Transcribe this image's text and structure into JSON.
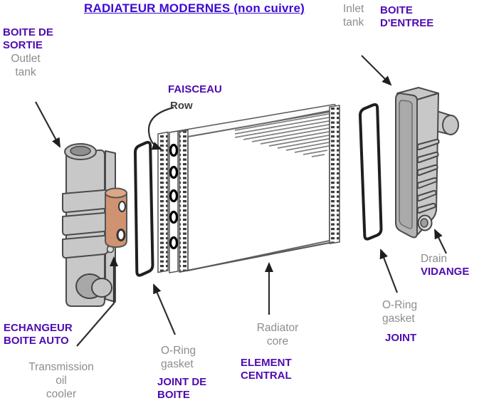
{
  "title": {
    "text": "RADIATEUR MODERNES (non cuivre)"
  },
  "colors": {
    "title": "#3c0ad4",
    "accent_purple": "#4e0bb0",
    "gray_text": "#8d8d8d",
    "dark_text": "#3f3f3f",
    "copper": "#cf9372",
    "tank_gray": "#c8c8c8",
    "outline": "#4a4a4a",
    "arrow": "#2e2e2e"
  },
  "labels": {
    "outlet_tank_fr": {
      "lines": [
        "BOITE DE",
        "SORTIE"
      ]
    },
    "outlet_tank_en": {
      "lines": [
        "Outlet",
        "tank"
      ]
    },
    "inlet_tank_en": {
      "lines": [
        "Inlet",
        "tank"
      ]
    },
    "inlet_tank_fr": {
      "lines": [
        "BOITE",
        "D'ENTREE"
      ]
    },
    "row_fr": "FAISCEAU",
    "row_en": "Row",
    "drain_en": "Drain",
    "drain_fr": "VIDANGE",
    "oil_cooler_fr": {
      "lines": [
        "ECHANGEUR",
        "BOITE AUTO"
      ]
    },
    "oil_cooler_en": {
      "lines": [
        "Transmission",
        "oil",
        "cooler"
      ]
    },
    "gasket_left_en": {
      "lines": [
        "O-Ring",
        "gasket"
      ]
    },
    "gasket_left_fr": {
      "lines": [
        "JOINT DE",
        "BOITE"
      ]
    },
    "core_en": {
      "lines": [
        "Radiator",
        "core"
      ]
    },
    "core_fr": {
      "lines": [
        "ELEMENT",
        "CENTRAL"
      ]
    },
    "gasket_right_en": {
      "lines": [
        "O-Ring",
        "gasket"
      ]
    },
    "gasket_right_fr": "JOINT"
  },
  "parts": [
    "outlet-tank",
    "transmission-oil-cooler",
    "o-ring-gasket-left",
    "radiator-core",
    "o-ring-gasket-right",
    "inlet-tank",
    "drain-plug"
  ]
}
